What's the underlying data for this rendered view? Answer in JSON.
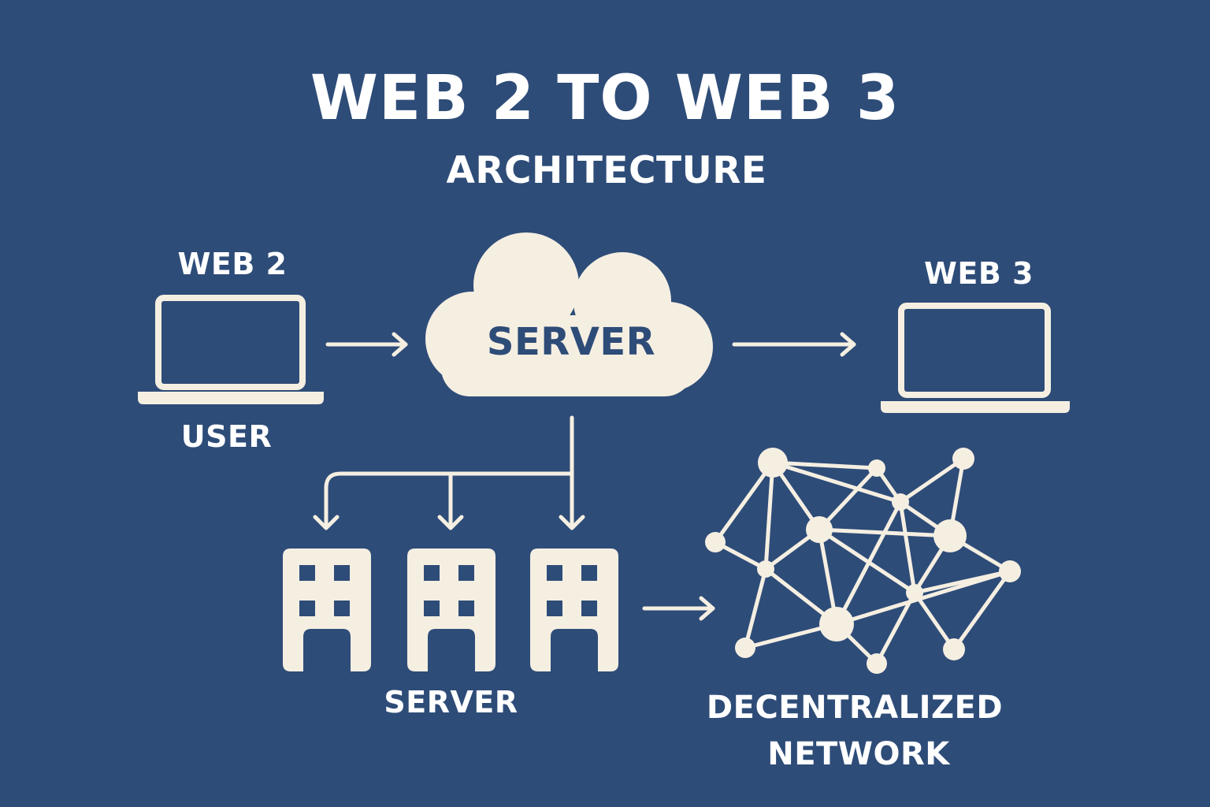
{
  "title": "WEB 2 TO WEB 3",
  "subtitle": "ARCHITECTURE",
  "web2_label": "WEB 2",
  "web3_label": "WEB 3",
  "user_label": "USER",
  "cloud_label": "SERVER",
  "servers_label": "SERVER",
  "network_label_line1": "DECENTRALIZED",
  "network_label_line2": "NETWORK",
  "colors": {
    "background": "#2e4c78",
    "foreground": "#f5efe2",
    "text": "#ffffff"
  },
  "icons": [
    "laptop-icon",
    "cloud-icon",
    "building-icon",
    "network-graph-icon",
    "arrow-right-icon",
    "arrow-down-icon"
  ]
}
